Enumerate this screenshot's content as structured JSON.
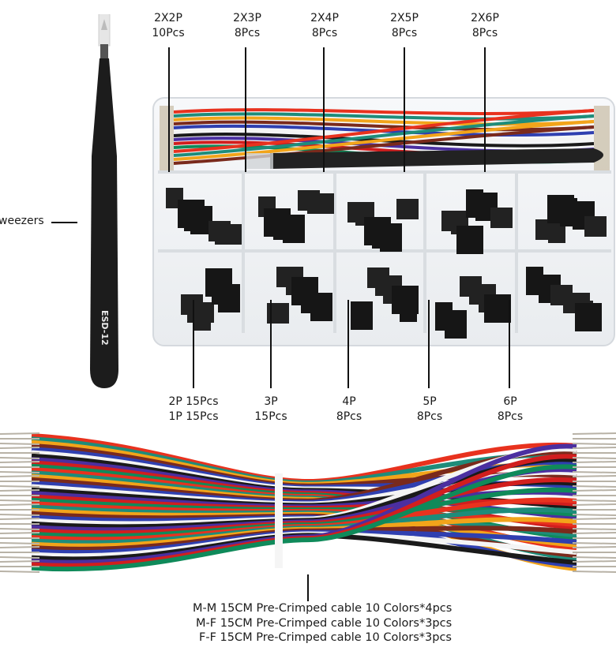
{
  "tweezers": {
    "label": "weezers",
    "model_marking": "ESD-12"
  },
  "top_labels": [
    {
      "name": "2X2P",
      "qty": "10Pcs"
    },
    {
      "name": "2X3P",
      "qty": "8Pcs"
    },
    {
      "name": "2X4P",
      "qty": "8Pcs"
    },
    {
      "name": "2X5P",
      "qty": "8Pcs"
    },
    {
      "name": "2X6P",
      "qty": "8Pcs"
    }
  ],
  "bottom_labels": [
    {
      "name": "2P 15Pcs",
      "qty": "1P 15Pcs"
    },
    {
      "name": "3P",
      "qty": "15Pcs"
    },
    {
      "name": "4P",
      "qty": "8Pcs"
    },
    {
      "name": "5P",
      "qty": "8Pcs"
    },
    {
      "name": "6P",
      "qty": "8Pcs"
    }
  ],
  "cable_captions": [
    "M-M 15CM Pre-Crimped cable 10 Colors*4pcs",
    "M-F 15CM Pre-Crimped cable 10 Colors*3pcs",
    "F-F 15CM Pre-Crimped cable 10 Colors*3pcs"
  ],
  "wire_colors": [
    "#e8321e",
    "#1e8c7a",
    "#f2a41a",
    "#7a2a1c",
    "#2f3fb0",
    "#f4f4f4",
    "#1a1a1a",
    "#4b2fa0",
    "#d11e1e",
    "#0f8a5a"
  ]
}
